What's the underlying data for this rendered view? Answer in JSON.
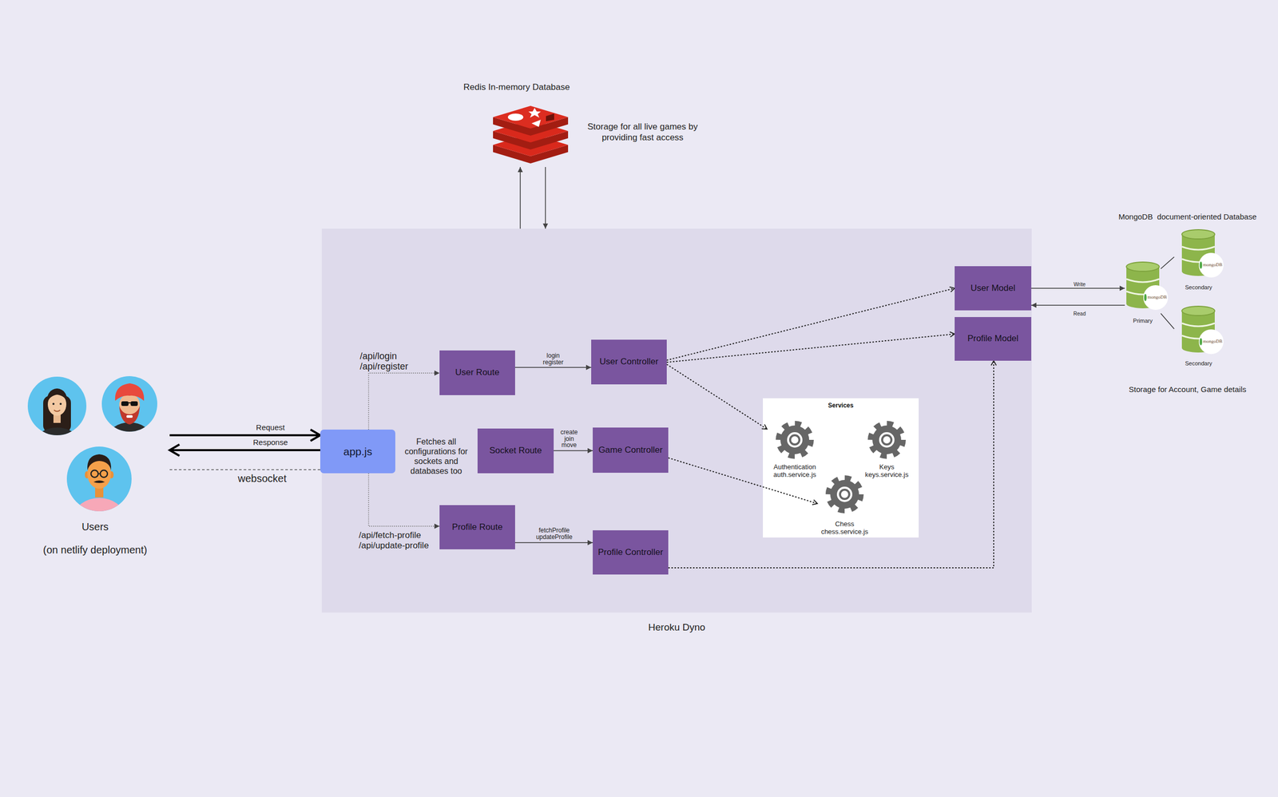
{
  "diagram": {
    "nodes": [
      {
        "text": [
          "Redis In-memory Database"
        ]
      },
      {
        "text": [
          "Heroku Dyno"
        ]
      },
      {
        "text": [
          "app.js"
        ],
        "in": 1
      },
      {
        "text": [
          "User Route"
        ],
        "in": 1
      },
      {
        "text": [
          "User Controller"
        ],
        "in": 1
      },
      {
        "text": [
          "Socket Route"
        ],
        "in": 1
      },
      {
        "text": [
          "Game Controller"
        ],
        "in": 1
      },
      {
        "text": [
          "Profile Route"
        ],
        "in": 1
      },
      {
        "text": [
          "Profile Controller"
        ],
        "in": 1
      },
      {
        "text": [
          "User Model"
        ],
        "in": 1
      },
      {
        "text": [
          "Profile Model"
        ],
        "in": 1
      },
      {
        "text": [
          "Services"
        ],
        "in": 1
      },
      {
        "text": [
          "Authentication",
          "auth.service.js"
        ],
        "in": 11
      },
      {
        "text": [
          "Keys",
          "keys.service.js"
        ],
        "in": 11
      },
      {
        "text": [
          "Chess",
          "chess.service.js"
        ],
        "in": 11
      },
      {
        "text": [
          "Users",
          "(on netlify deployment)"
        ]
      },
      {
        "text": [
          "Primary"
        ]
      },
      {
        "text": [
          "Secondary"
        ]
      },
      {
        "text": [
          "Secondary"
        ]
      }
    ],
    "edges": [
      {
        "from": 1,
        "to": 0,
        "arrow": "to"
      },
      {
        "from": 0,
        "to": 1,
        "arrow": "to"
      },
      {
        "from": 15,
        "to": 2,
        "label": "Request",
        "arrow": "to"
      },
      {
        "from": 2,
        "to": 15,
        "label": "Response",
        "arrow": "to"
      },
      {
        "from": 15,
        "to": 2,
        "label": "websocket",
        "arrow": "none"
      },
      {
        "from": 2,
        "to": 3,
        "label": "/api/login /api/register",
        "arrow": "to"
      },
      {
        "from": 2,
        "to": 7,
        "label": "/api/fetch-profile /api/update-profile",
        "arrow": "to"
      },
      {
        "from": 3,
        "to": 4,
        "label": "login register",
        "arrow": "to"
      },
      {
        "from": 5,
        "to": 6,
        "label": "create join move",
        "arrow": "to"
      },
      {
        "from": 7,
        "to": 8,
        "label": "fetchProfile updateProfile",
        "arrow": "to"
      },
      {
        "from": 4,
        "to": 9,
        "arrow": "to"
      },
      {
        "from": 4,
        "to": 10,
        "arrow": "to"
      },
      {
        "from": 4,
        "to": 12,
        "arrow": "to"
      },
      {
        "from": 6,
        "to": 14,
        "arrow": "to"
      },
      {
        "from": 8,
        "to": 10,
        "arrow": "to"
      },
      {
        "from": 9,
        "to": 16,
        "label": "Write",
        "arrow": "to"
      },
      {
        "from": 16,
        "to": 9,
        "label": "Read",
        "arrow": "to"
      },
      {
        "from": 16,
        "to": 17,
        "arrow": "none"
      },
      {
        "from": 16,
        "to": 18,
        "arrow": "none"
      }
    ],
    "labels": [
      "Storage for all live games by providing fast access",
      "Fetches all configurations for sockets and databases too",
      "MongoDB  document-oriented Database",
      "Storage for Account, Game details",
      "mongoDB",
      "mongoDB",
      "mongoDB"
    ]
  }
}
